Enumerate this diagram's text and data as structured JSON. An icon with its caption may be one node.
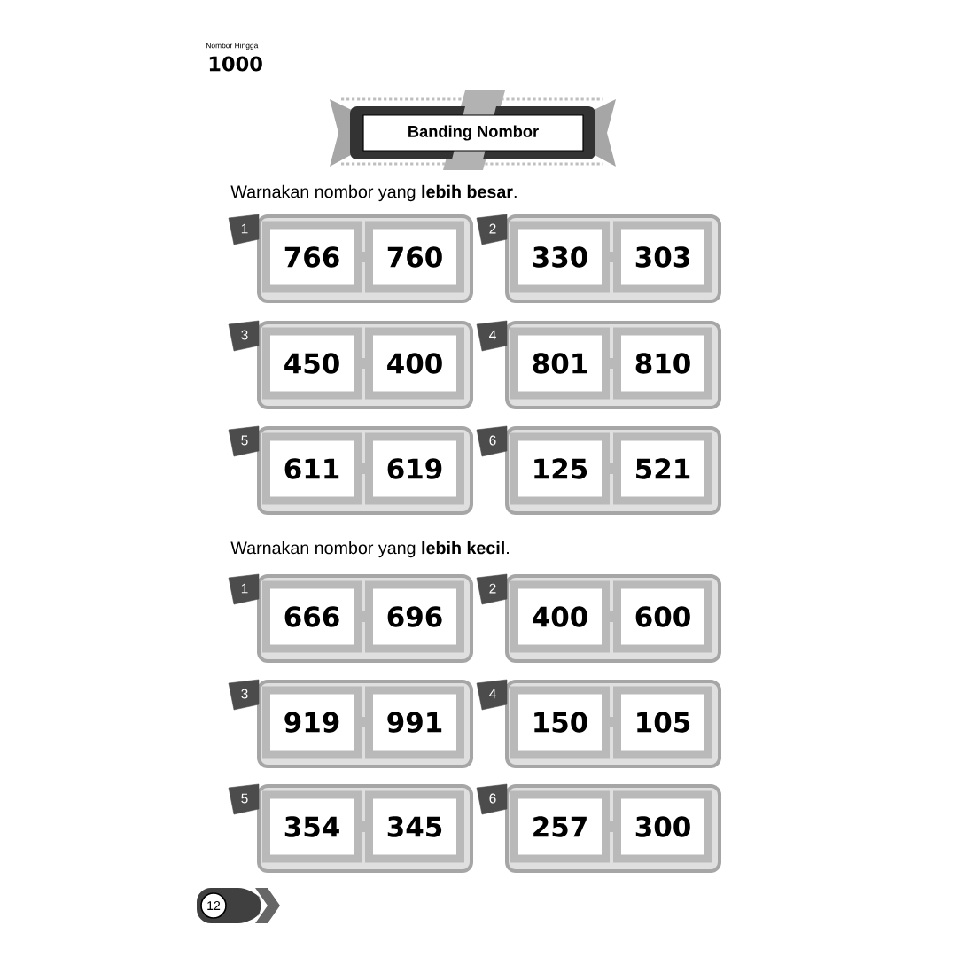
{
  "diagram": {
    "title": "Banding Nombor",
    "nodes": [
      {
        "text": [
          "1"
        ]
      },
      {
        "text": [
          "766"
        ],
        "in": 0
      },
      {
        "text": [
          "760"
        ],
        "in": 0
      },
      {
        "text": [
          "2"
        ]
      },
      {
        "text": [
          "330"
        ],
        "in": 3
      },
      {
        "text": [
          "303"
        ],
        "in": 3
      },
      {
        "text": [
          "3"
        ]
      },
      {
        "text": [
          "450"
        ],
        "in": 6
      },
      {
        "text": [
          "400"
        ],
        "in": 6
      },
      {
        "text": [
          "4"
        ]
      },
      {
        "text": [
          "801"
        ],
        "in": 9
      },
      {
        "text": [
          "810"
        ],
        "in": 9
      },
      {
        "text": [
          "5"
        ]
      },
      {
        "text": [
          "611"
        ],
        "in": 12
      },
      {
        "text": [
          "619"
        ],
        "in": 12
      },
      {
        "text": [
          "6"
        ]
      },
      {
        "text": [
          "125"
        ],
        "in": 15
      },
      {
        "text": [
          "521"
        ],
        "in": 15
      },
      {
        "text": [
          "1"
        ]
      },
      {
        "text": [
          "666"
        ],
        "in": 18
      },
      {
        "text": [
          "696"
        ],
        "in": 18
      },
      {
        "text": [
          "2"
        ]
      },
      {
        "text": [
          "400"
        ],
        "in": 21
      },
      {
        "text": [
          "600"
        ],
        "in": 21
      },
      {
        "text": [
          "3"
        ]
      },
      {
        "text": [
          "919"
        ],
        "in": 24
      },
      {
        "text": [
          "991"
        ],
        "in": 24
      },
      {
        "text": [
          "4"
        ]
      },
      {
        "text": [
          "150"
        ],
        "in": 27
      },
      {
        "text": [
          "105"
        ],
        "in": 27
      },
      {
        "text": [
          "5"
        ]
      },
      {
        "text": [
          "354"
        ],
        "in": 30
      },
      {
        "text": [
          "345"
        ],
        "in": 30
      },
      {
        "text": [
          "6"
        ]
      },
      {
        "text": [
          "257"
        ],
        "in": 33
      },
      {
        "text": [
          "300"
        ],
        "in": 33
      }
    ],
    "edges": [
      {
        "from": 1,
        "to": 2,
        "arrow": "none"
      },
      {
        "from": 4,
        "to": 5,
        "arrow": "none"
      },
      {
        "from": 7,
        "to": 8,
        "arrow": "none"
      },
      {
        "from": 10,
        "to": 11,
        "arrow": "none"
      },
      {
        "from": 13,
        "to": 14,
        "arrow": "none"
      },
      {
        "from": 16,
        "to": 17,
        "arrow": "none"
      },
      {
        "from": 19,
        "to": 20,
        "arrow": "none"
      },
      {
        "from": 22,
        "to": 23,
        "arrow": "none"
      },
      {
        "from": 25,
        "to": 26,
        "arrow": "none"
      },
      {
        "from": 28,
        "to": 29,
        "arrow": "none"
      },
      {
        "from": 31,
        "to": 32,
        "arrow": "none"
      },
      {
        "from": 34,
        "to": 35,
        "arrow": "none"
      }
    ],
    "labels": [
      "Nombor Hingga",
      "1000",
      "Warnakan nombor yang **lebih besar**.",
      "Warnakan nombor yang **lebih kecil**.",
      "12"
    ]
  }
}
